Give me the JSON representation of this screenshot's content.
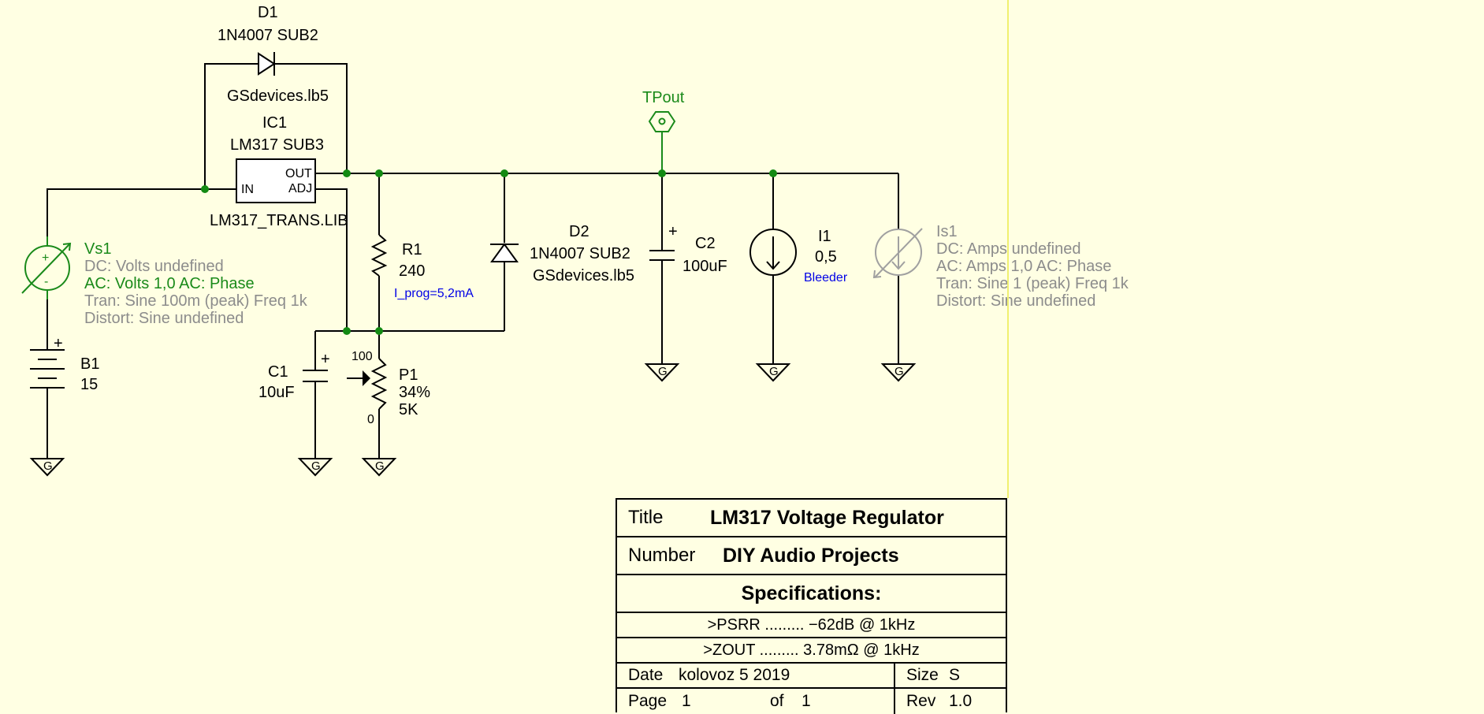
{
  "components": {
    "d1": {
      "ref": "D1",
      "model": "1N4007  SUB2",
      "lib": "GSdevices.lb5"
    },
    "ic1": {
      "ref": "IC1",
      "model": "LM317  SUB3",
      "lib": "LM317_TRANS.LIB",
      "pin_in": "IN",
      "pin_out": "OUT",
      "pin_adj": "ADJ"
    },
    "tpout": {
      "ref": "TPout"
    },
    "vs1": {
      "ref": "Vs1",
      "dc": "DC: Volts undefined",
      "ac": "AC: Volts  1,0  AC: Phase",
      "tran": "Tran: Sine  100m (peak)  Freq 1k",
      "distort": "Distort: Sine  undefined"
    },
    "b1": {
      "ref": "B1",
      "value": "15"
    },
    "r1": {
      "ref": "R1",
      "value": "240",
      "note": "I_prog=5,2mA"
    },
    "d2": {
      "ref": "D2",
      "model": "1N4007  SUB2",
      "lib": "GSdevices.lb5"
    },
    "c2": {
      "ref": "C2",
      "value": "100uF"
    },
    "i1": {
      "ref": "I1",
      "value": "0,5",
      "note": "Bleeder"
    },
    "is1": {
      "ref": "Is1",
      "dc": "DC: Amps undefined",
      "ac": "AC: Amps  1,0  AC: Phase",
      "tran": "Tran: Sine  1 (peak)  Freq 1k",
      "distort": "Distort: Sine  undefined"
    },
    "c1": {
      "ref": "C1",
      "value": "10uF"
    },
    "p1": {
      "ref": "P1",
      "percent": "34%",
      "value": "5K",
      "top": "100",
      "bottom": "0"
    },
    "ground_label": "G",
    "plus": "+",
    "minus": "-"
  },
  "title_block": {
    "title_key": "Title",
    "title_value": "LM317 Voltage Regulator",
    "number_key": "Number",
    "number_value": "DIY Audio Projects",
    "spec_heading": "Specifications:",
    "spec_psrr": ">PSRR ......... −62dB @ 1kHz",
    "spec_zout": ">ZOUT ......... 3.78mΩ @ 1kHz",
    "date_key": "Date",
    "date_value": "kolovoz 5 2019",
    "size_key": "Size",
    "size_value": "S",
    "page_key": "Page",
    "page_value": "1",
    "of_key": "of",
    "of_value": "1",
    "rev_key": "Rev",
    "rev_value": "1.0"
  },
  "colors": {
    "wire": "#000000",
    "node": "#138a13",
    "green_label": "#1a8a1a",
    "gray_label": "#8c8c8c",
    "blue_label": "#0000e6",
    "background": "#ffffe3"
  }
}
